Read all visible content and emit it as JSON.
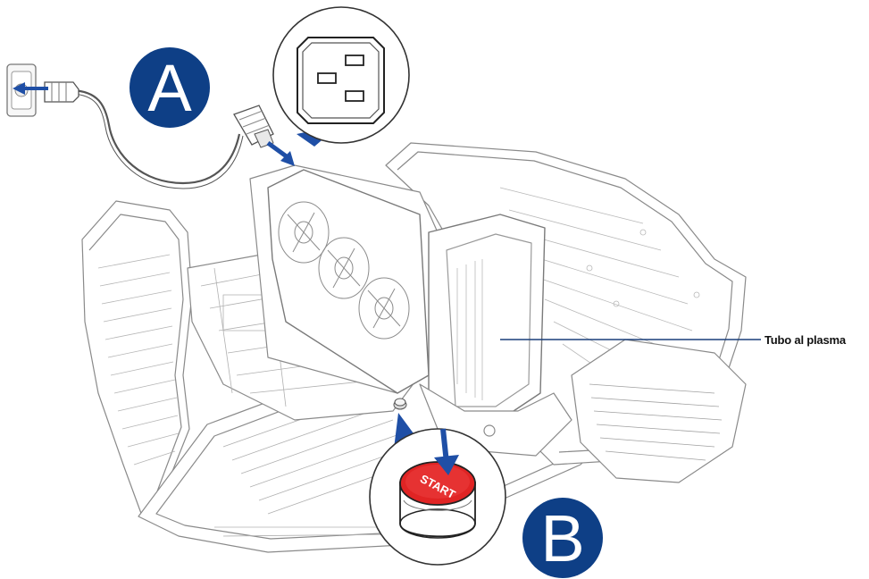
{
  "badges": {
    "a_letter": "A",
    "b_letter": "B"
  },
  "callout": {
    "label": "Tubo al plasma"
  },
  "start_button": {
    "label": "START"
  },
  "colors": {
    "badge_blue": "#0e3f86",
    "arrow_blue": "#1f4fa6",
    "button_red": "#e02424",
    "line_gray": "#555555",
    "callout_line": "#1a3f7a"
  }
}
